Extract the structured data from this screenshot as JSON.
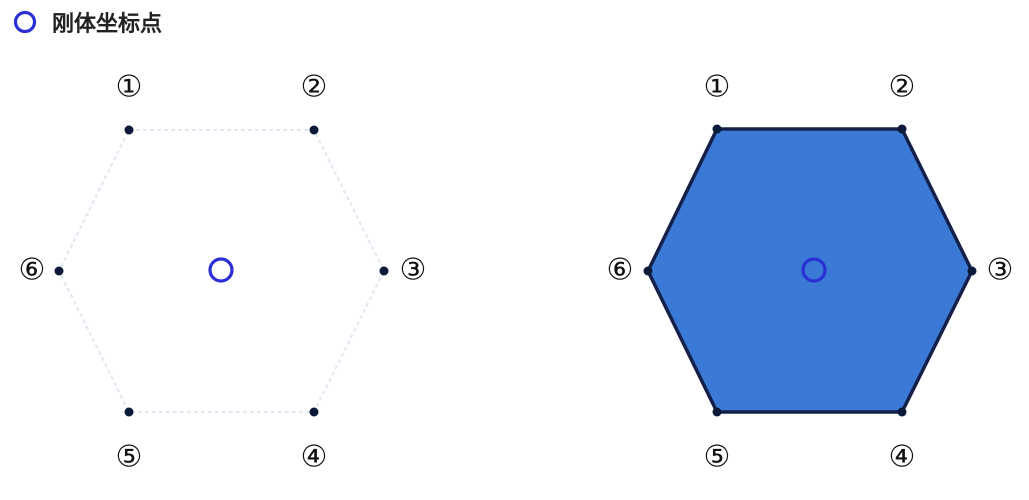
{
  "legend": {
    "label": "刚体坐标点",
    "icon": "ring-icon",
    "marker_color": "#2b2fd6"
  },
  "colors": {
    "hexagon_fill": "#3a7ad6",
    "hexagon_outline": "#14204a",
    "ghost_outline": "#dfe8f3",
    "vertex": "#0c1a3a",
    "center_marker": "#2b2fd6"
  },
  "vertex_labels": [
    "①",
    "②",
    "③",
    "④",
    "⑤",
    "⑥"
  ]
}
